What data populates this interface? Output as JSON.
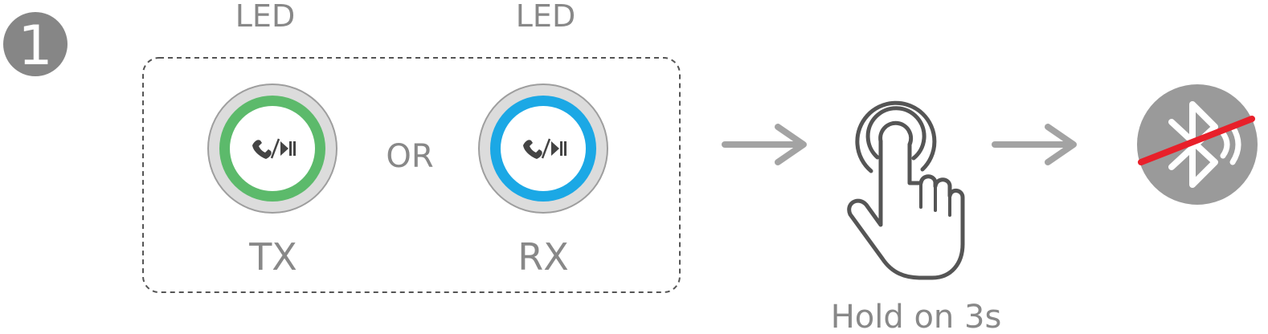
{
  "step": {
    "number": "1"
  },
  "colors": {
    "badge": "#868686",
    "text": "#888888",
    "tx_led": "#5cba6b",
    "rx_led": "#1ba8e5",
    "ring_outer": "#dcdcdc",
    "ring_border": "#9e9e9e",
    "arrow": "#a3a3a3",
    "hand_outline": "#555555",
    "bluetooth_circle": "#9a9a9a",
    "slash": "#e8202a"
  },
  "panel": {
    "left_label": "LED",
    "right_label": "LED",
    "tx_label": "TX",
    "rx_label": "RX",
    "or_label": "OR"
  },
  "buttons": {
    "tx_icon": "phone-play-pause-icon",
    "rx_icon": "phone-play-pause-icon"
  },
  "action": {
    "caption": "Hold on 3s",
    "icon": "hand-press-icon"
  },
  "result": {
    "icon": "bluetooth-off-icon"
  }
}
